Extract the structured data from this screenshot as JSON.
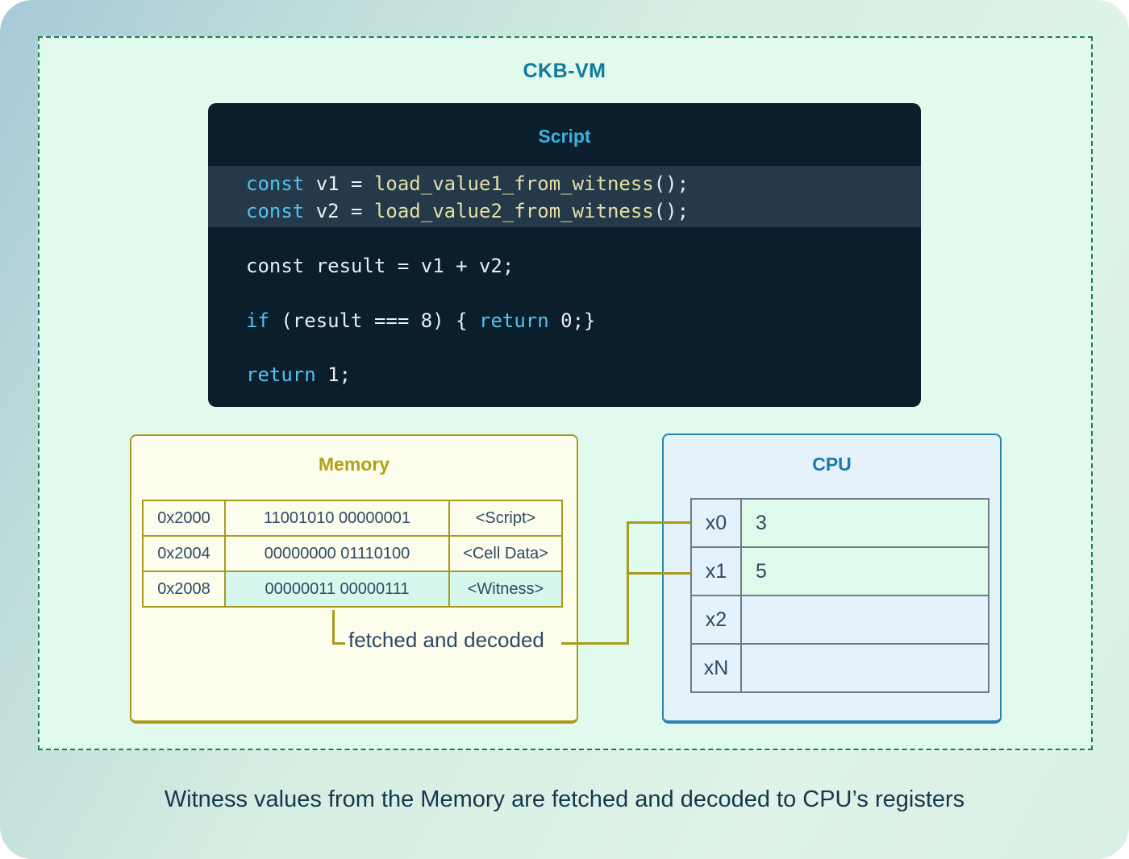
{
  "diagram": {
    "title": "CKB-VM",
    "script": {
      "title": "Script",
      "lines": [
        {
          "segments": [
            {
              "t": "const",
              "c": "kw"
            },
            {
              "t": " v1 = ",
              "c": "pl"
            },
            {
              "t": "load_value1_from_witness",
              "c": "fn"
            },
            {
              "t": "();",
              "c": "pl"
            }
          ]
        },
        {
          "segments": [
            {
              "t": "const",
              "c": "kw"
            },
            {
              "t": " v2 = ",
              "c": "pl"
            },
            {
              "t": "load_value2_from_witness",
              "c": "fn"
            },
            {
              "t": "();",
              "c": "pl"
            }
          ]
        },
        {
          "segments": [
            {
              "t": "const result = v1 + v2;",
              "c": "pl"
            }
          ]
        },
        {
          "segments": [
            {
              "t": "if",
              "c": "kw"
            },
            {
              "t": " (result === 8) { ",
              "c": "pl"
            },
            {
              "t": "return",
              "c": "kw"
            },
            {
              "t": " 0;}",
              "c": "pl"
            }
          ]
        },
        {
          "segments": [
            {
              "t": "return",
              "c": "kw"
            },
            {
              "t": " 1;",
              "c": "pl"
            }
          ]
        }
      ]
    },
    "memory": {
      "title": "Memory",
      "rows": [
        {
          "address": "0x2000",
          "bits": "11001010 00000001",
          "label": "<Script>",
          "highlighted": false
        },
        {
          "address": "0x2004",
          "bits": "00000000 01110100",
          "label": "<Cell Data>",
          "highlighted": false
        },
        {
          "address": "0x2008",
          "bits": "00000011 00000111",
          "label": "<Witness>",
          "highlighted": true
        }
      ]
    },
    "cpu": {
      "title": "CPU",
      "rows": [
        {
          "register": "x0",
          "value": "3",
          "highlighted": true
        },
        {
          "register": "x1",
          "value": "5",
          "highlighted": true
        },
        {
          "register": "x2",
          "value": "",
          "highlighted": false
        },
        {
          "register": "xN",
          "value": "",
          "highlighted": false
        }
      ]
    },
    "fetched_label": "fetched and decoded",
    "caption": "Witness values from the Memory are fetched and decoded to CPU’s registers"
  },
  "colors": {
    "outer_border": "#1c7d57",
    "outer_background": "#e1faee",
    "ckb_title": "#117a9e",
    "script_background": "#0a1e2b",
    "script_highlight_band": "#243a4b",
    "code_keyword": "#52c3ef",
    "code_function": "#e5dfa1",
    "code_plain": "#e9eef1",
    "memory_accent": "#a89a1f",
    "memory_title": "#b2a11a",
    "cpu_border": "#2a81b4",
    "cpu_title": "#187ca6",
    "highlight_mint": "#d6f7ec",
    "table_text": "#2d4a63",
    "caption_text": "#16374f"
  }
}
